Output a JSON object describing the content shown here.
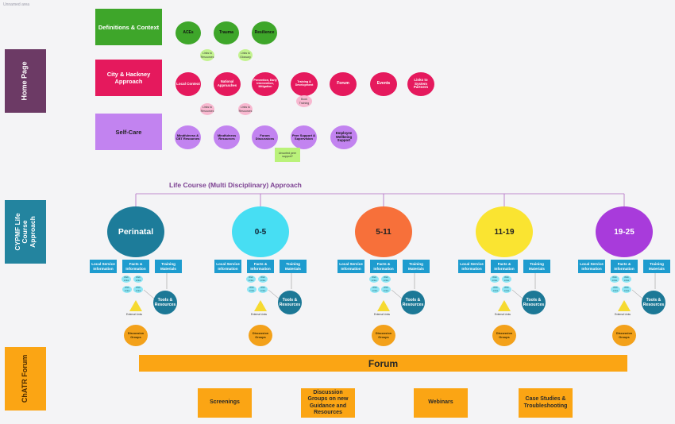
{
  "canvas_label": "Unnamed area",
  "side_labels": {
    "home": "Home Page",
    "cypmf": "CYPMF Life Course Approach",
    "chatr": "ChATR Forum"
  },
  "sections": {
    "definitions": {
      "title": "Definitions & Context",
      "items": [
        "ACEs",
        "Trauma",
        "Resilience"
      ],
      "notes": [
        "Links to Resources",
        "Links to Glossary"
      ]
    },
    "city": {
      "title": "City & Hackney Approach",
      "items": [
        "Local Context",
        "National Approaches",
        "Prevention, Early Intervention, Mitigation",
        "Training & Development",
        "Forum",
        "Events",
        "Links to System Partners"
      ],
      "notes": [
        "Links to Resources",
        "Links to Resources"
      ],
      "book_training": "Book Training"
    },
    "selfcare": {
      "title": "Self-Care",
      "items": [
        "Mindfulness & CBT Resources",
        "Mindfulness Resources",
        "Forum Discussions",
        "Peer Support & Supervision",
        "Employee Wellbeing Support"
      ],
      "sticky": "Unsorted peer support?"
    }
  },
  "life_course": {
    "title": "Life Course (Multi Disciplinary) Approach",
    "stages": [
      {
        "label": "Perinatal",
        "color": "#1d7c9a"
      },
      {
        "label": "0-5",
        "color": "#47def3"
      },
      {
        "label": "5-11",
        "color": "#f7703a"
      },
      {
        "label": "11-19",
        "color": "#fae431"
      },
      {
        "label": "19-25",
        "color": "#a83bdb"
      }
    ],
    "boxes": [
      "Local Service Information",
      "Facts & Information",
      "Training Materials"
    ],
    "mini": [
      "Web Links",
      "Web Links"
    ],
    "external_links": "External Links",
    "tools": "Tools & Resources",
    "discussion": "Discussion Groups"
  },
  "forum": {
    "bar": "Forum",
    "items": [
      "Screenings",
      "Discussion Groups on new Guidance and Resources",
      "Webinars",
      "Case Studies & Troubleshooting"
    ]
  },
  "colors": {
    "definitions": "#3ea62a",
    "city": "#e5195d",
    "selfcare": "#c283f0",
    "home_side": "#6c3a65",
    "cypmf_side": "#23849f",
    "chatr_side": "#fba514",
    "connector": "#b06ac2"
  }
}
